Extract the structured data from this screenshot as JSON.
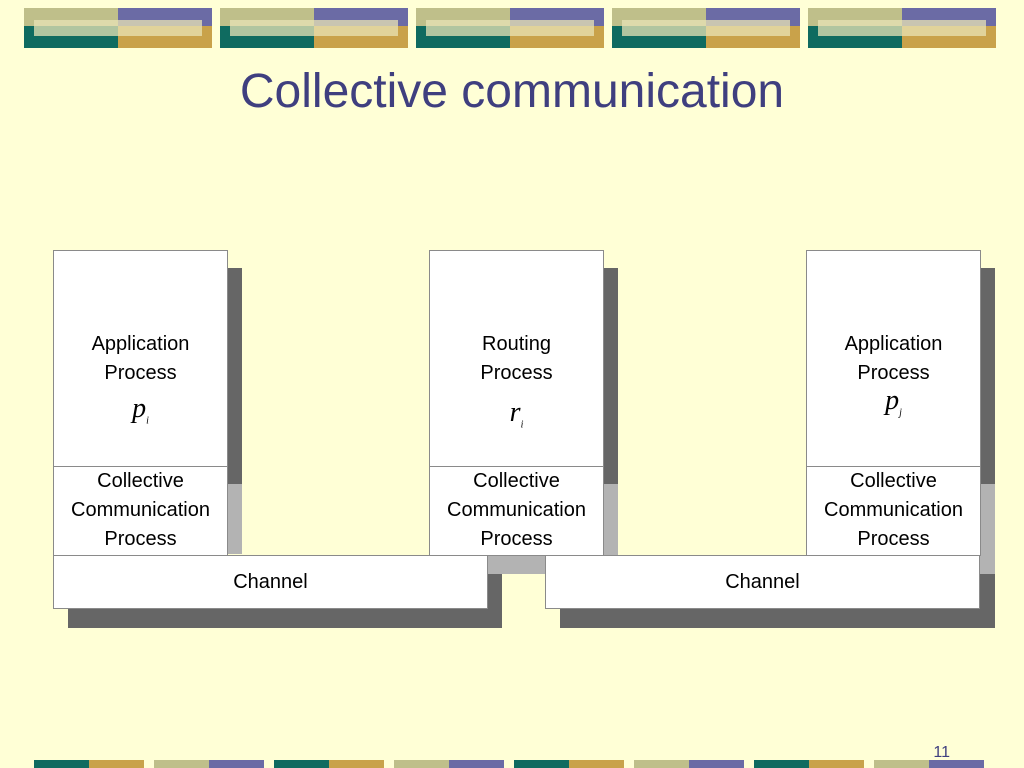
{
  "slide": {
    "title": "Collective communication",
    "page_number": "11"
  },
  "diagram": {
    "columns": [
      {
        "top_label_line1": "Application",
        "top_label_line2": "Process",
        "symbol": "p",
        "subscript": "i",
        "ccp_line1": "Collective",
        "ccp_line2": "Communication",
        "ccp_line3": "Process"
      },
      {
        "top_label_line1": "Routing",
        "top_label_line2": "Process",
        "symbol": "r",
        "subscript": "i",
        "ccp_line1": "Collective",
        "ccp_line2": "Communication",
        "ccp_line3": "Process"
      },
      {
        "top_label_line1": "Application",
        "top_label_line2": "Process",
        "symbol": "p",
        "subscript": "j",
        "ccp_line1": "Collective",
        "ccp_line2": "Communication",
        "ccp_line3": "Process"
      }
    ],
    "channels": [
      {
        "label": "Channel"
      },
      {
        "label": "Channel"
      }
    ]
  },
  "colors": {
    "background": "#FFFFD6",
    "title": "#3F3F7F",
    "deco_teal": "#0F6B60",
    "deco_gold": "#C9A24A",
    "deco_purple": "#6B6BA5",
    "deco_olive": "#BFBF8A",
    "shadow_dark": "#666666",
    "shadow_light": "#B3B3B3"
  }
}
